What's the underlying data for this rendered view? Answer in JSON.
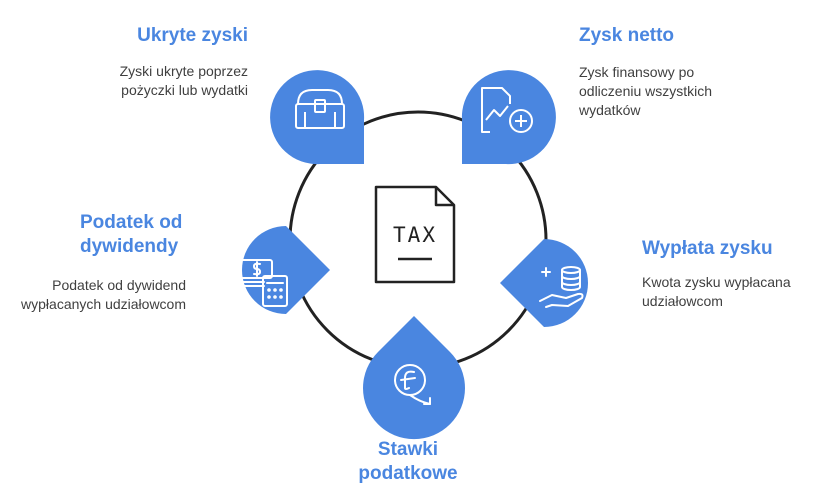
{
  "center": {
    "label": "TAX"
  },
  "nodes": {
    "hidden_profits": {
      "title": "Ukryte zyski",
      "description": "Zyski ukryte poprzez pożyczki lub wydatki",
      "icon": "treasure-chest-icon"
    },
    "net_profit": {
      "title": "Zysk netto",
      "description": "Zysk finansowy po odliczeniu wszystkich wydatków",
      "icon": "chart-document-plus-icon"
    },
    "profit_payout": {
      "title": "Wypłata zysku",
      "description": "Kwota zysku wypłacana udziałowcom",
      "icon": "hand-coins-icon"
    },
    "tax_rates": {
      "title": "Stawki podatkowe",
      "description": "",
      "icon": "coin-arrow-down-icon"
    },
    "dividend_tax": {
      "title": "Podatek od dywidendy",
      "description": "Podatek od dywidend wypłacanych udziałowcom",
      "icon": "money-calculator-icon"
    }
  },
  "colors": {
    "accent": "#4a86e0",
    "drop_fill": "#4a86e0",
    "ring": "#222222",
    "icon": "#ffffff"
  }
}
